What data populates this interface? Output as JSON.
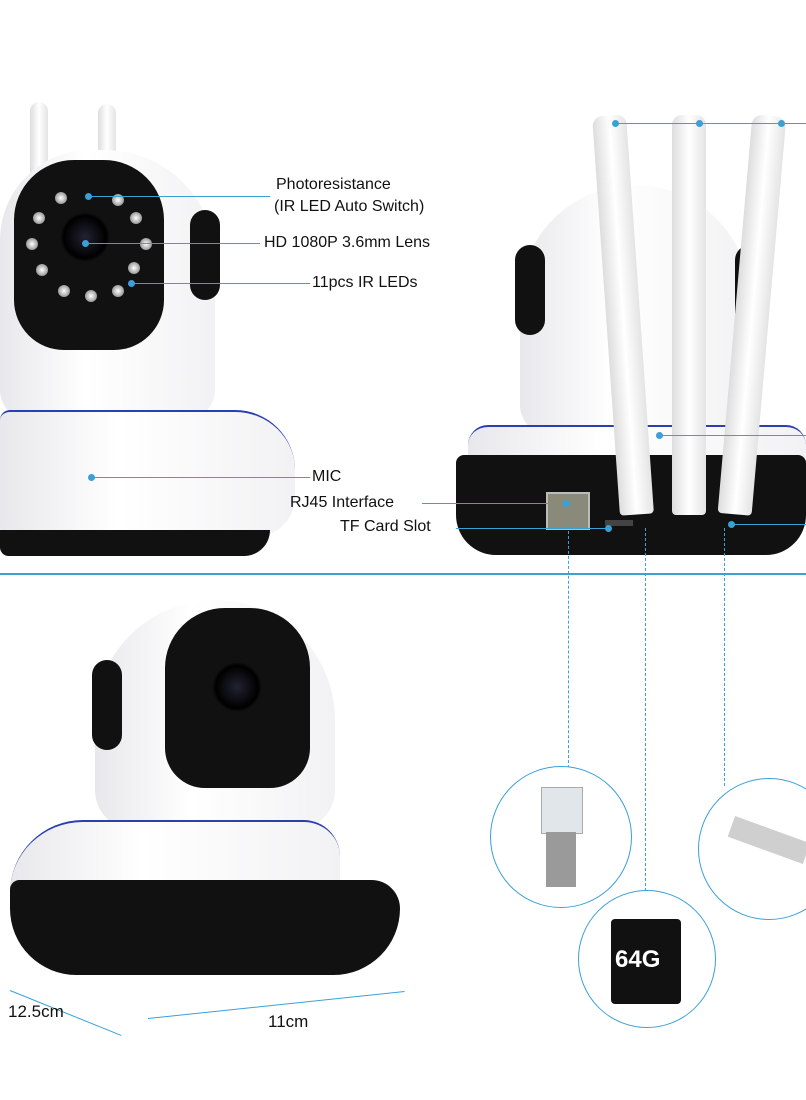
{
  "callouts": {
    "photoresistance": "Photoresistance",
    "ir_auto_switch": "(IR LED Auto Switch)",
    "lens": "HD 1080P 3.6mm Lens",
    "ir_leds": "11pcs IR LEDs",
    "mic": "MIC",
    "rj45": "RJ45 Interface",
    "tf_slot": "TF Card Slot"
  },
  "dimensions": {
    "depth": "12.5cm",
    "width": "11cm"
  },
  "sd_card": {
    "label": "64G"
  },
  "colors": {
    "accent": "#3aa0d8",
    "camera_body": "#ffffff",
    "camera_base": "#111111",
    "stripe": "#2b3fb0"
  }
}
